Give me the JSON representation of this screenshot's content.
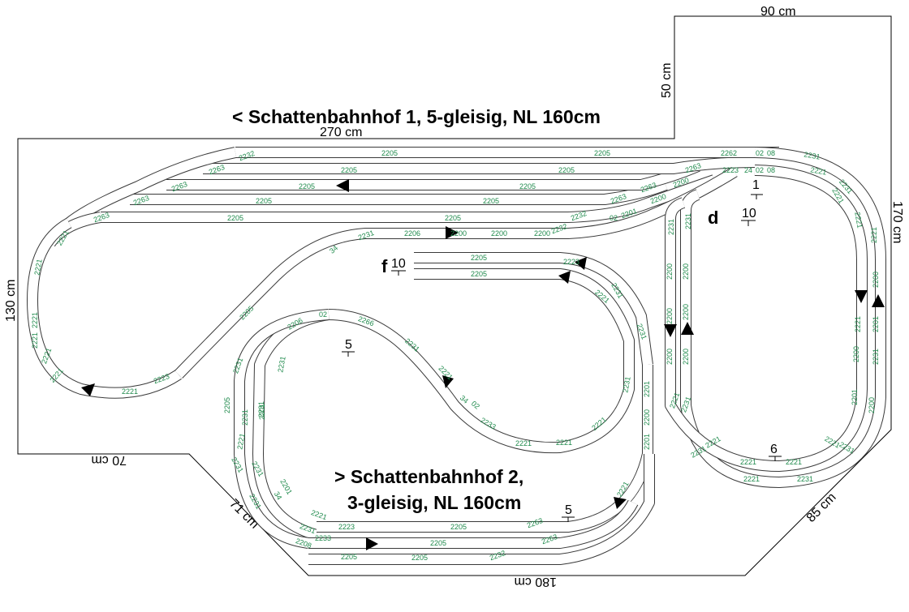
{
  "dimensions": {
    "top_right": "90 cm",
    "upper_step": "50 cm",
    "top_main": "270 cm",
    "right": "170 cm",
    "left": "130 cm",
    "bottom_left": "70 cm",
    "diag_left": "71 cm",
    "bottom": "180 cm",
    "diag_right": "85 cm"
  },
  "titles": {
    "station1": "< Schattenbahnhof 1, 5-gleisig, NL 160cm",
    "station2_line1": "> Schattenbahnhof 2,",
    "station2_line2": "3-gleisig, NL 160cm"
  },
  "markers": {
    "d": "d",
    "f": "f",
    "n1": "1",
    "n10a": "10",
    "n10b": "10",
    "n5a": "5",
    "n5b": "5",
    "n6": "6"
  },
  "track_codes": {
    "s1_row1": [
      "2232",
      "2205",
      "2205",
      "2262",
      "02",
      "08",
      "2231"
    ],
    "s1_row2": [
      "2263",
      "2205",
      "2205",
      "2263",
      "2223",
      "24",
      "02",
      "08",
      "2221",
      "2231"
    ],
    "s1_row3": [
      "2263",
      "2205",
      "2205",
      "2263",
      "2200"
    ],
    "s1_row4": [
      "2263",
      "2205",
      "2205",
      "2263",
      "2200",
      "2221",
      "2221"
    ],
    "s1_row5": [
      "2263",
      "2205",
      "2205",
      "2232",
      "02",
      "2201"
    ],
    "connector": [
      "2231",
      "2206",
      "2200",
      "2200",
      "2200",
      "2232",
      "34",
      "2205"
    ],
    "left_loop": [
      "2221",
      "2221",
      "2221",
      "2221",
      "2221",
      "2221",
      "2221",
      "2223"
    ],
    "f_siding": [
      "2205",
      "2205",
      "2223",
      "2231",
      "2221",
      "2231"
    ],
    "inner_loop": [
      "02",
      "2206",
      "2266",
      "2231",
      "2231",
      "2231",
      "2231",
      "2221",
      "34",
      "02",
      "2233",
      "2221",
      "2221",
      "2221",
      "2201",
      "2200",
      "2231",
      "2201"
    ],
    "s2_rows": [
      "2221",
      "2223",
      "2205",
      "2263",
      "2233",
      "2205",
      "2263",
      "2205",
      "2205",
      "2232",
      "2231",
      "2205",
      "2221",
      "2208",
      "2201",
      "34",
      "2231",
      "2231",
      "2231",
      "2231",
      "2221",
      "2201"
    ],
    "right_loop_inner": [
      "2231",
      "2200",
      "2200",
      "2200",
      "2231",
      "2221",
      "2221",
      "2221",
      "2221",
      "2201",
      "2200",
      "2221"
    ],
    "right_loop_outer": [
      "2231",
      "2200",
      "2200",
      "2200",
      "2221",
      "2231",
      "2221",
      "2231",
      "2231",
      "2200",
      "2200",
      "2201",
      "2231",
      "2221"
    ]
  }
}
